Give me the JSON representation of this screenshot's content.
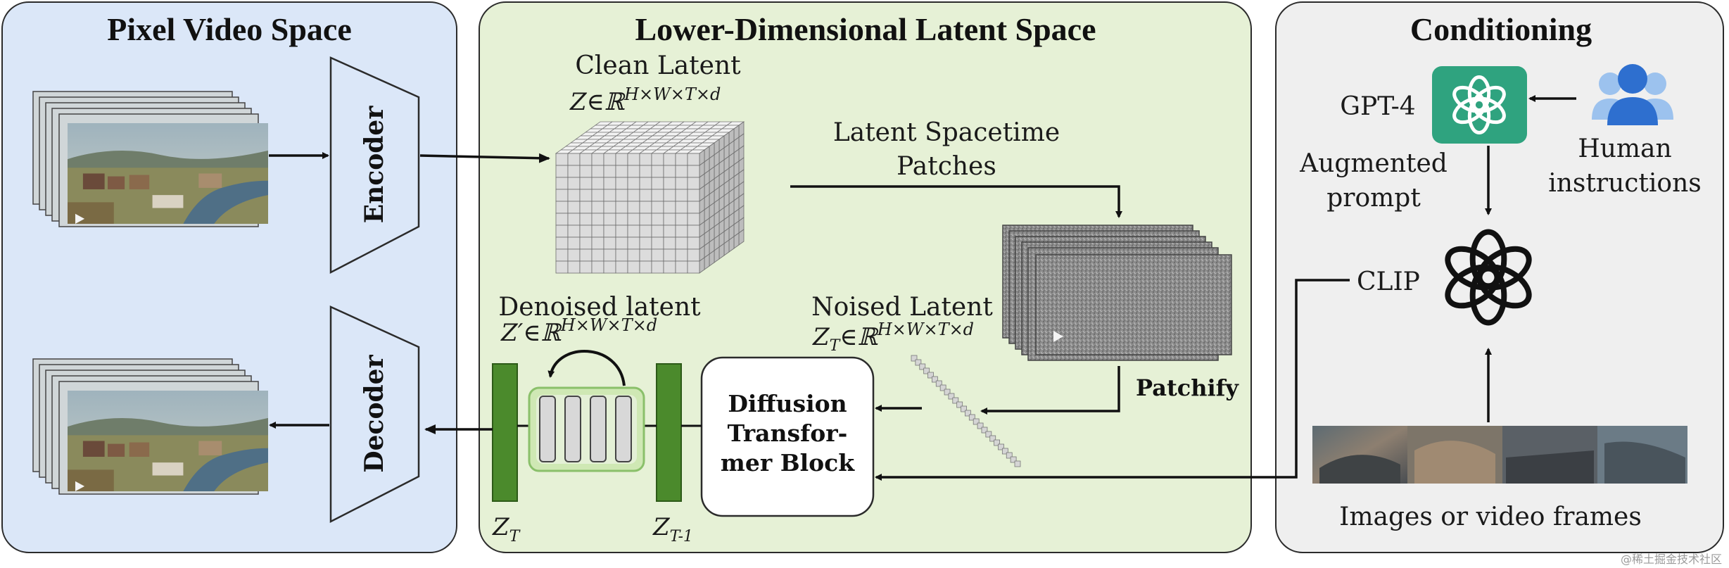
{
  "panels": {
    "pixel_title": "Pixel Video Space",
    "latent_title": "Lower-Dimensional Latent Space",
    "cond_title": "Conditioning"
  },
  "blocks": {
    "encoder": "Encoder",
    "decoder": "Decoder",
    "dit_line1": "Diffusion",
    "dit_line2": "Transfor-",
    "dit_line3": "mer Block",
    "patchify": "Patchify"
  },
  "labels": {
    "clean_latent": "Clean Latent",
    "clean_latent_math": "Z∈ℝ",
    "clean_latent_sup": "H×W×T×d",
    "latent_patches_line1": "Latent Spacetime",
    "latent_patches_line2": "Patches",
    "noised_latent": "Noised Latent",
    "noised_latent_math": "Z",
    "noised_latent_sub": "T",
    "noised_latent_rest": "∈ℝ",
    "noised_latent_sup": "H×W×T×d",
    "denoised_latent": "Denoised latent",
    "denoised_latent_math": "Z′∈ℝ",
    "denoised_latent_sup": "H×W×T×d",
    "zt_main": "Z",
    "zt_sub": "T",
    "zt1_main": "Z",
    "zt1_sub": "T-1"
  },
  "conditioning": {
    "gpt4": "GPT-4",
    "augmented_line1": "Augmented",
    "augmented_line2": "prompt",
    "human_line1": "Human",
    "human_line2": "instructions",
    "clip": "CLIP",
    "frames_caption": "Images or video frames"
  },
  "watermark": "@稀土掘金技术社区",
  "colors": {
    "pixel_bg": "#dbe7f8",
    "latent_bg": "#e6f1d6",
    "cond_bg": "#efefef",
    "gpt_green": "#2fa37f",
    "latent_bar": "#4b8a2c",
    "people_blue": "#3b7fd9"
  }
}
